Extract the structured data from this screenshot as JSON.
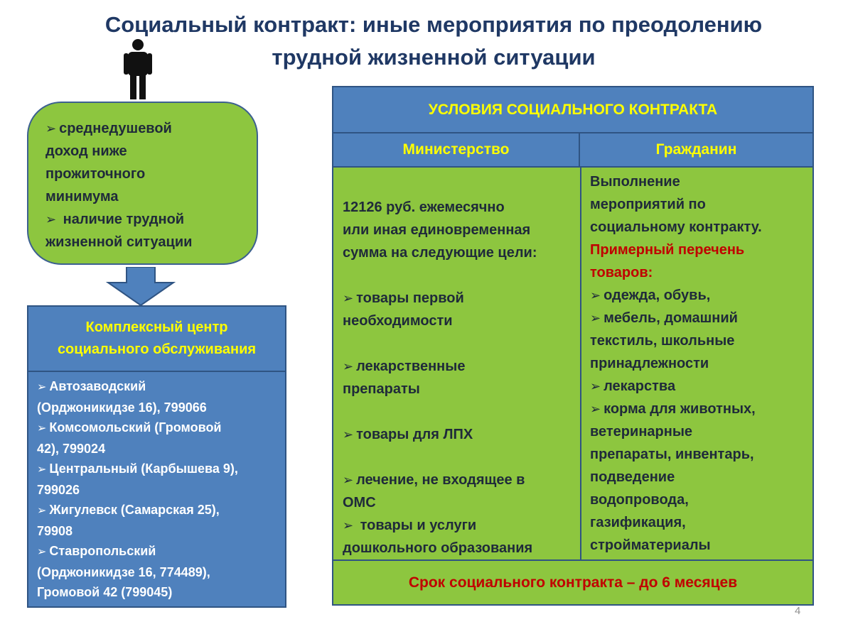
{
  "title": {
    "line1": "Социальный контракт: иные мероприятия по преодолению",
    "line2": "трудной жизненной ситуации"
  },
  "criteria": {
    "items": [
      [
        "среднедушевой",
        "доход ниже",
        "прожиточного",
        "минимума"
      ],
      [
        " наличие трудной",
        "жизненной ситуации"
      ]
    ]
  },
  "center": {
    "title_line1": "Комплексный центр",
    "title_line2": "социального обслуживания",
    "items": [
      [
        "Автозаводский",
        "(Орджоникидзе 16), 799066"
      ],
      [
        "Комсомольский (Громовой",
        "42), 799024"
      ],
      [
        "Центральный (Карбышева 9),",
        "799026"
      ],
      [
        "Жигулевск (Самарская 25),",
        "79908"
      ],
      [
        "Ставропольский",
        "(Орджоникидзе 16, 774489),",
        "Громовой 42 (799045)"
      ]
    ]
  },
  "conditions": {
    "header": "УСЛОВИЯ СОЦИАЛЬНОГО  КОНТРАКТА",
    "col_ministry": "Министерство",
    "col_citizen": "Гражданин",
    "ministry_intro": [
      "12126 руб. ежемесячно",
      "или иная единовременная",
      "сумма на следующие цели:"
    ],
    "ministry_items": [
      [
        "товары первой",
        "необходимости"
      ],
      [
        "лекарственные",
        "препараты"
      ],
      [
        "товары для ЛПХ"
      ],
      [
        "лечение, не входящее в",
        "ОМС"
      ],
      [
        " товары и услуги",
        "дошкольного образования"
      ]
    ],
    "citizen_intro": [
      "Выполнение",
      "мероприятий по",
      "социальному контракту."
    ],
    "citizen_red": [
      "Примерный перечень",
      "товаров:"
    ],
    "citizen_items": [
      [
        "одежда, обувь,"
      ],
      [
        "мебель, домашний",
        "текстиль, школьные",
        "принадлежности"
      ],
      [
        "лекарства"
      ],
      [
        "корма для животных,",
        "ветеринарные",
        "препараты, инвентарь,",
        "подведение",
        "водопровода,",
        "газификация,",
        "стройматериалы"
      ]
    ],
    "footer": "Срок социального контракта – до 6 месяцев"
  },
  "page_number": "4",
  "colors": {
    "title": "#1f3864",
    "green": "#8dc63f",
    "blue": "#4f81bd",
    "yellow_text": "#ffff00",
    "red_text": "#c00000"
  },
  "icons": {
    "person": "person-icon",
    "arrow": "down-arrow-icon",
    "bullet": "arrow-bullet-icon"
  }
}
